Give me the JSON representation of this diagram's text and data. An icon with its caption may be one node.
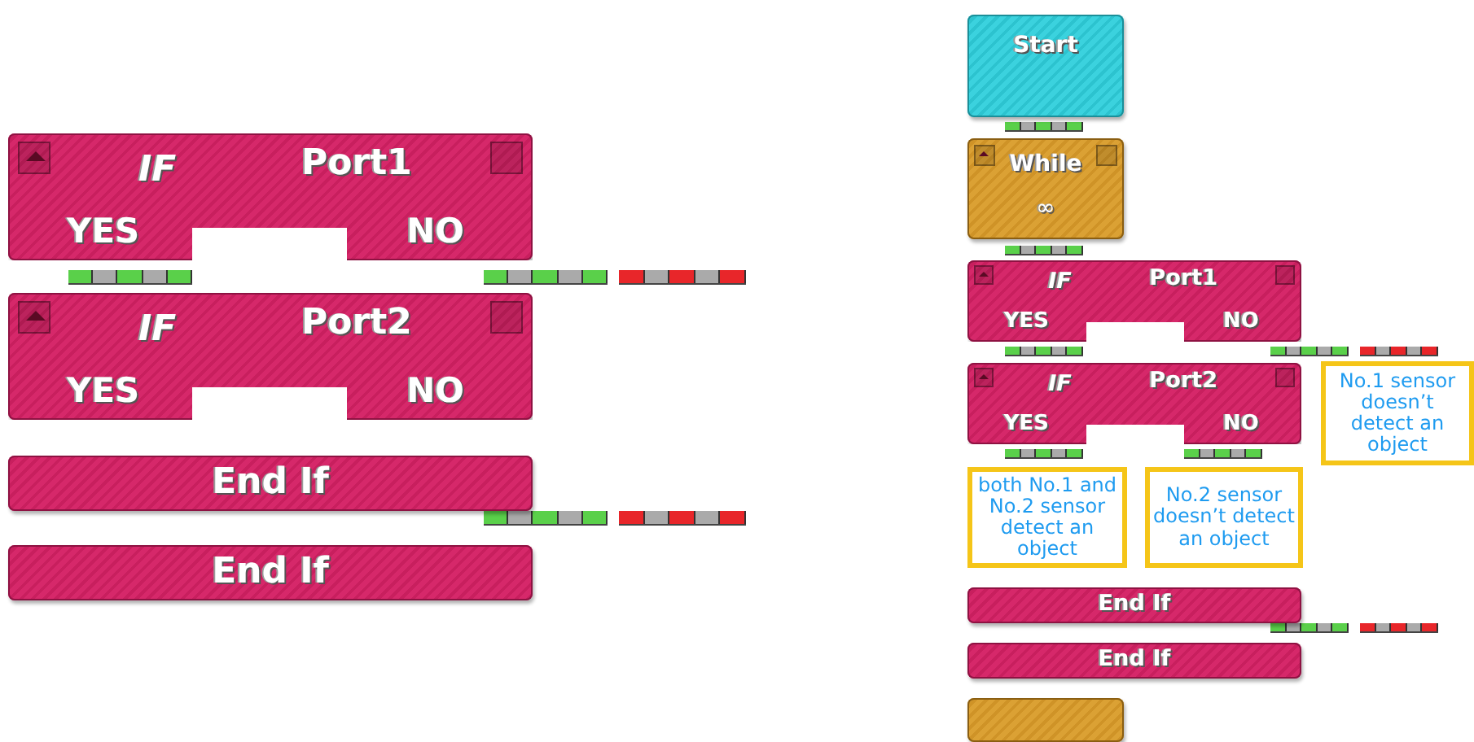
{
  "diagram": {
    "nodes": [
      {
        "text": [
          "IF",
          "Port1",
          "YES",
          "NO"
        ]
      },
      {
        "text": [
          "IF",
          "Port2",
          "YES",
          "NO"
        ]
      },
      {
        "text": [
          "End If"
        ]
      },
      {
        "text": [
          "End If"
        ]
      },
      {
        "text": [
          "Start"
        ]
      },
      {
        "text": [
          "While",
          "∞"
        ]
      },
      {
        "text": [
          "IF",
          "Port1",
          "YES",
          "NO"
        ]
      },
      {
        "text": [
          "IF",
          "Port2",
          "YES",
          "NO"
        ]
      },
      {
        "text": [
          "No.1 sensor doesn’t detect an object"
        ]
      },
      {
        "text": [
          "both No.1 and No.2 sensor detect an object"
        ]
      },
      {
        "text": [
          "No.2 sensor doesn’t detect an object"
        ]
      },
      {
        "text": [
          "End If"
        ]
      },
      {
        "text": [
          "End If"
        ]
      },
      {
        "text": [],
        "shape": "box"
      }
    ]
  }
}
